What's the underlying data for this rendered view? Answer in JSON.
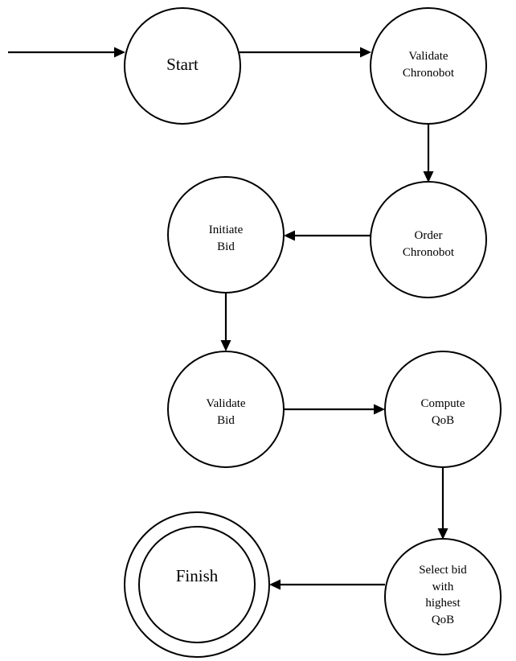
{
  "diagram": {
    "type": "state-machine",
    "colors": {
      "stroke": "#000000",
      "fill": "#ffffff"
    },
    "states": {
      "start": {
        "lines": [
          "Start"
        ]
      },
      "validate_chronobot": {
        "lines": [
          "Validate",
          "Chronobot"
        ]
      },
      "order_chronobot": {
        "lines": [
          "Order",
          "Chronobot"
        ]
      },
      "initiate_bid": {
        "lines": [
          "Initiate",
          "Bid"
        ]
      },
      "validate_bid": {
        "lines": [
          "Validate",
          "Bid"
        ]
      },
      "compute_qob": {
        "lines": [
          "Compute",
          "QoB"
        ]
      },
      "select_bid": {
        "lines": [
          "Select bid",
          "with",
          "highest",
          "QoB"
        ]
      },
      "finish": {
        "lines": [
          "Finish"
        ],
        "final": true
      }
    },
    "transitions": [
      {
        "from": "",
        "to": "start",
        "initial": true
      },
      {
        "from": "start",
        "to": "validate_chronobot"
      },
      {
        "from": "validate_chronobot",
        "to": "order_chronobot"
      },
      {
        "from": "order_chronobot",
        "to": "initiate_bid"
      },
      {
        "from": "initiate_bid",
        "to": "validate_bid"
      },
      {
        "from": "validate_bid",
        "to": "compute_qob"
      },
      {
        "from": "compute_qob",
        "to": "select_bid"
      },
      {
        "from": "select_bid",
        "to": "finish"
      }
    ]
  }
}
